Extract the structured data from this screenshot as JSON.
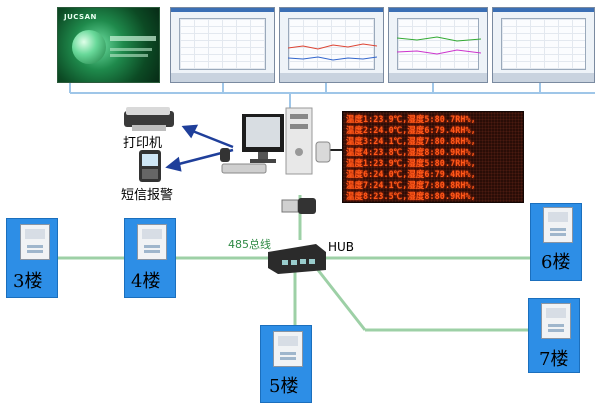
{
  "splash": {
    "logo_text": "JUCSAN"
  },
  "devices": {
    "printer_label": "打印机",
    "sms_label": "短信报警"
  },
  "led_board": {
    "lines": [
      "温度1:23.9℃,湿度5:80.7RH%,",
      "温度2:24.0℃,湿度6:79.4RH%,",
      "温度3:24.1℃,湿度7:80.8RH%,",
      "温度4:23.8℃,湿度8:80.9RH%,",
      "温度1:23.9℃,湿度5:80.7RH%,",
      "温度6:24.0℃,湿度6:79.4RH%,",
      "温度7:24.1℃,湿度7:80.8RH%,",
      "温度8:23.5℃,湿度8:80.9RH%,"
    ]
  },
  "bus": {
    "label": "485总线",
    "hub_label": "HUB"
  },
  "nodes": {
    "floor3": "3楼",
    "floor4": "4楼",
    "floor5": "5楼",
    "floor6": "6楼",
    "floor7": "7楼"
  },
  "colors": {
    "bus_line": "#9dd0a6",
    "node_fill": "#2d8ee6",
    "led_text": "#ff5a1a",
    "arrow": "#1f3f9a"
  }
}
